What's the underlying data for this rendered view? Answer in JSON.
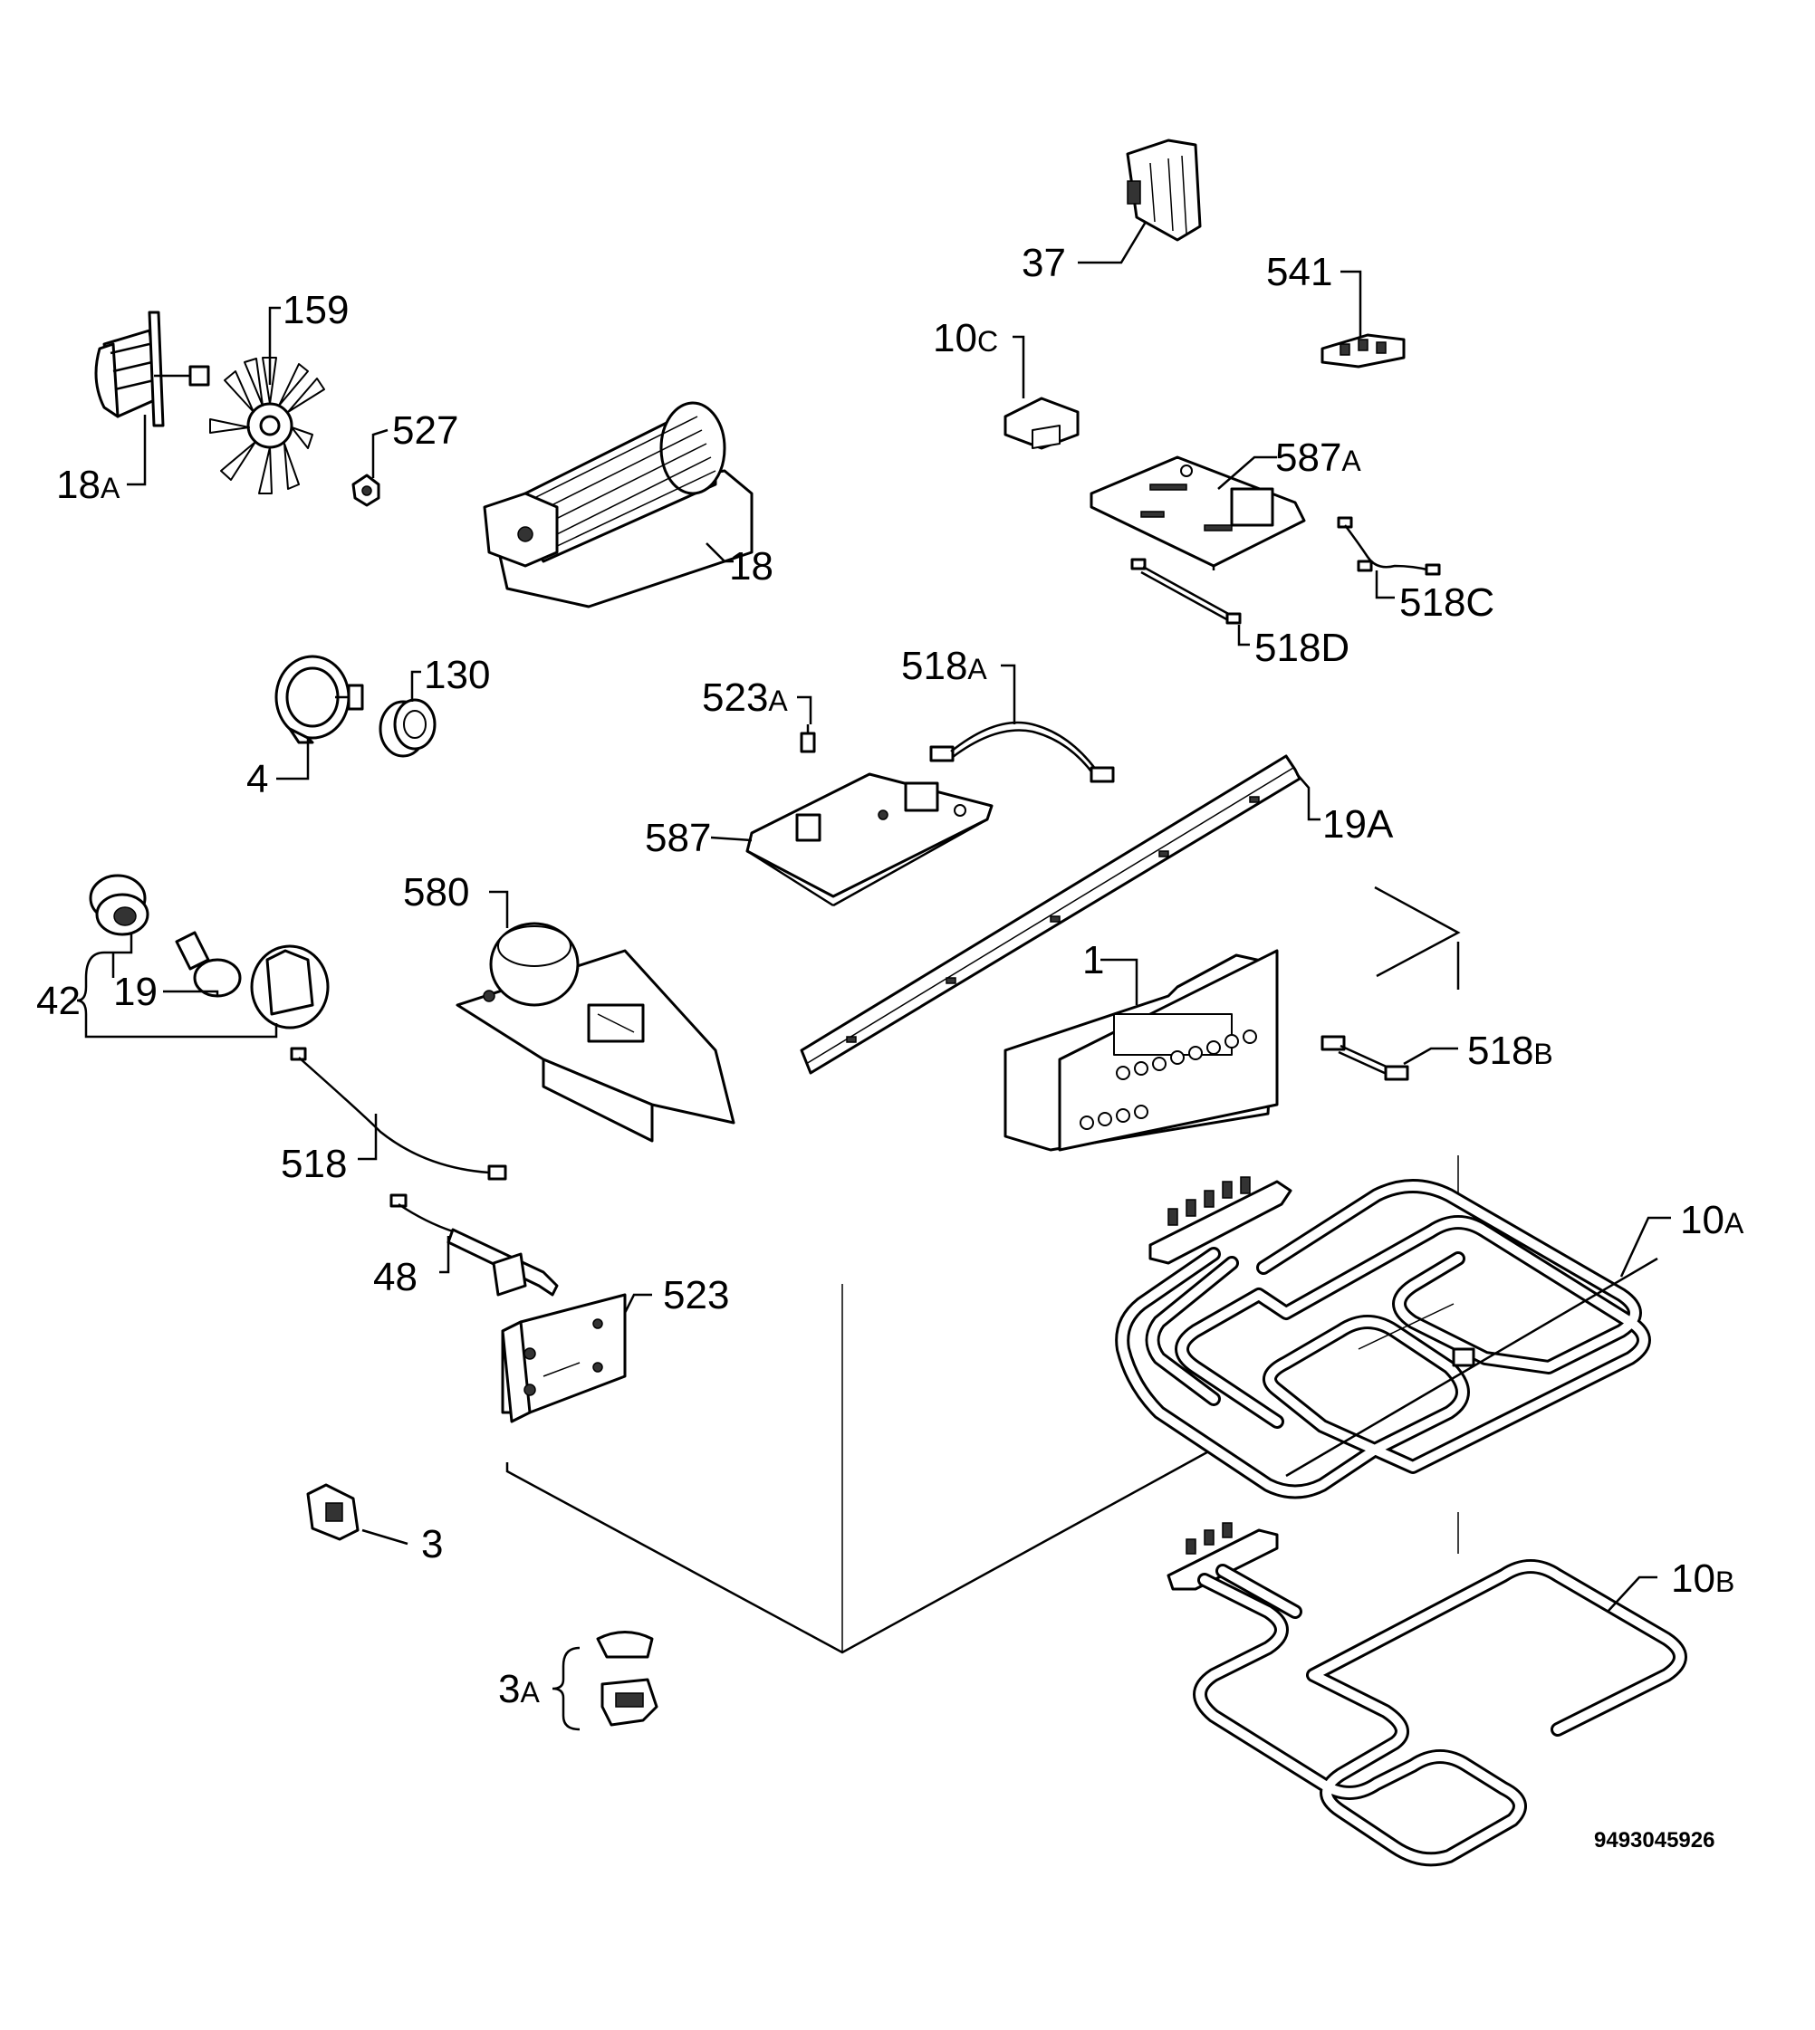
{
  "drawing_code": "9493045926",
  "labels": {
    "p1": "1",
    "p3": "3",
    "p3a": {
      "num": "3",
      "suffix": "A"
    },
    "p4": "4",
    "p10a": {
      "num": "10",
      "suffix": "A"
    },
    "p10b": {
      "num": "10",
      "suffix": "B"
    },
    "p10c": {
      "num": "10",
      "suffix": "C"
    },
    "p18": "18",
    "p18a": {
      "num": "18",
      "suffix": "A"
    },
    "p19": "19",
    "p19a": "19A",
    "p37": "37",
    "p42": "42",
    "p48": "48",
    "p130": "130",
    "p159": "159",
    "p518": "518",
    "p518a": {
      "num": "518",
      "suffix": "A"
    },
    "p518b": {
      "num": "518",
      "suffix": "B"
    },
    "p518c": "518C",
    "p518d": "518D",
    "p523": "523",
    "p523a": {
      "num": "523",
      "suffix": "A"
    },
    "p527": "527",
    "p541": "541",
    "p580": "580",
    "p587": "587",
    "p587a": {
      "num": "587",
      "suffix": "A"
    }
  }
}
